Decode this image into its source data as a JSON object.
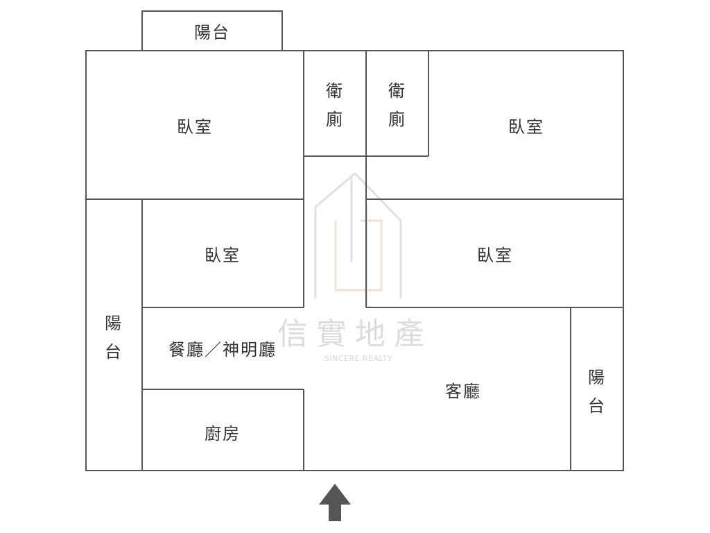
{
  "watermark": {
    "name": "信實地產",
    "sub": "SINCERE REALTY"
  },
  "rooms": {
    "balcony_top": "陽台",
    "bedroom_top_left": "臥室",
    "bath_1": [
      "衛",
      "廁"
    ],
    "bath_2": [
      "衛",
      "廁"
    ],
    "bedroom_top_right": "臥室",
    "bedroom_mid_left": "臥室",
    "bedroom_mid_right": "臥室",
    "balcony_left": [
      "陽",
      "台"
    ],
    "dining": "餐廳／神明廳",
    "kitchen": "廚房",
    "living": "客廳",
    "balcony_right": [
      "陽",
      "台"
    ]
  },
  "colors": {
    "wall": "#555555",
    "arrow": "#555555",
    "logo_accent": "#e8dcc8",
    "logo_gray": "#e0e0e0"
  },
  "icons": {
    "entrance": "arrow-up-icon",
    "logo": "house-logo-icon"
  }
}
